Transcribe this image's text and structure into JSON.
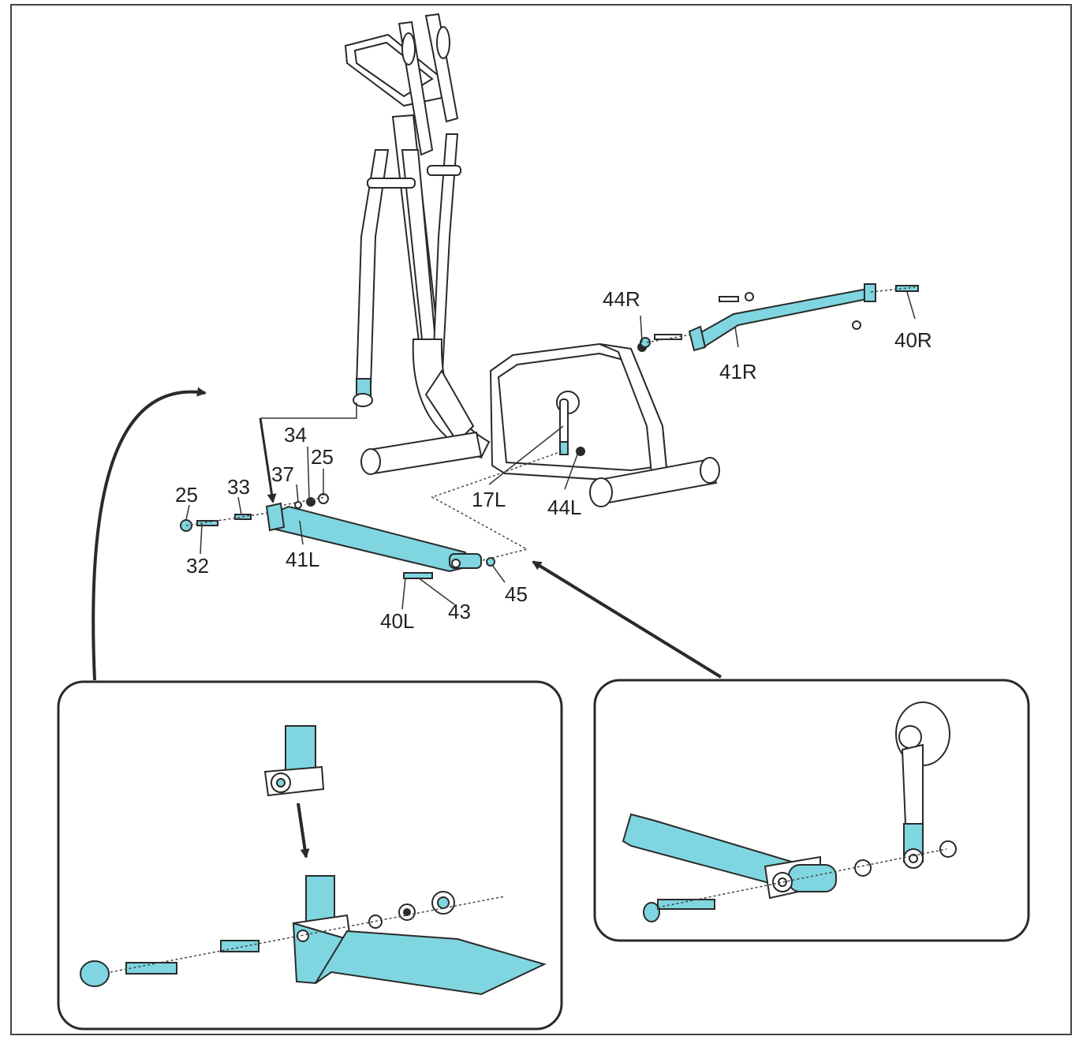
{
  "colors": {
    "accent": "#7fd6e0",
    "line": "#2a2a2a",
    "background": "#ffffff"
  },
  "labels": {
    "p44r": "44R",
    "p40r": "40R",
    "p41r": "41R",
    "p34": "34",
    "p25a": "25",
    "p37": "37",
    "p33": "33",
    "p25b": "25",
    "p32": "32",
    "p41l": "41L",
    "p17l": "17L",
    "p44l": "44L",
    "p45": "45",
    "p43": "43",
    "p40l": "40L"
  }
}
